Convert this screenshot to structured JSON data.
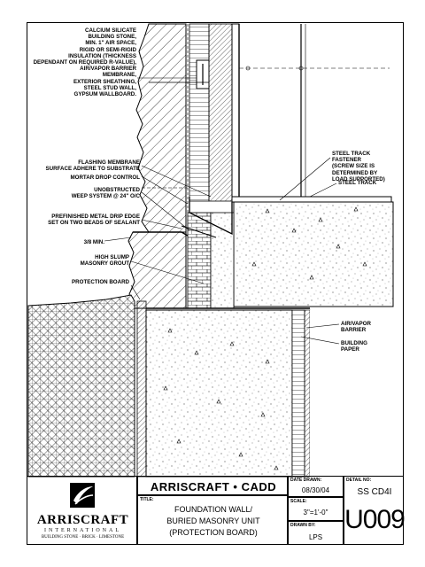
{
  "labels": {
    "wall_assembly": "CALCIUM SILICATE\nBUILDING STONE,\nMIN. 1\" AIR SPACE,\nRIGID OR SEMI-RIGID\nINSULATION (THICKNESS\nDEPENDANT ON REQUIRED R-VALUE),\nAIR/VAPOR BARRIER\nMEMBRANE,\nEXTERIOR SHEATHING,\nSTEEL STUD WALL,\nGYPSUM WALLBOARD.",
    "flashing": "FLASHING MEMBRANE\nSURFACE ADHERE TO SUBSTRATE",
    "mortar_drop": "MORTAR DROP CONTROL",
    "weep": "UNOBSTRUCTED\nWEEP SYSTEM @ 24\" O/C",
    "drip_edge": "PREFINISHED METAL DRIP EDGE\nSET ON TWO BEADS OF SEALANT",
    "min_gap": "3/8 MIN.",
    "grout": "HIGH SLUMP\nMASONRY GROUT",
    "protection_board": "PROTECTION BOARD",
    "track_fastener": "STEEL TRACK\nFASTENER\n(SCREW SIZE IS\nDETERMINED BY\nLOAD SUPPORTED)",
    "steel_track": "STEEL TRACK",
    "air_vapor": "AIR/VAPOR\nBARRIER",
    "building_paper": "BUILDING\nPAPER"
  },
  "title_block": {
    "company_line1": "ARRISCRAFT",
    "company_line2": "INTERNATIONAL",
    "company_line3": "BUILDING STONE · BRICK · LIMESTONE",
    "header": "ARRISCRAFT • CADD",
    "title_caption": "TITLE:",
    "title_line1": "FOUNDATION WALL/",
    "title_line2": "BURIED MASONRY UNIT",
    "title_line3": "(PROTECTION BOARD)",
    "date_caption": "DATE DRAWN:",
    "date_value": "08/30/04",
    "scale_caption": "SCALE:",
    "scale_value": "3\"=1'-0\"",
    "drawn_caption": "DRAWN BY:",
    "drawn_value": "LPS",
    "detail_caption": "DETAIL No:",
    "detail_code": "SS CD4I",
    "detail_number": "U009"
  }
}
